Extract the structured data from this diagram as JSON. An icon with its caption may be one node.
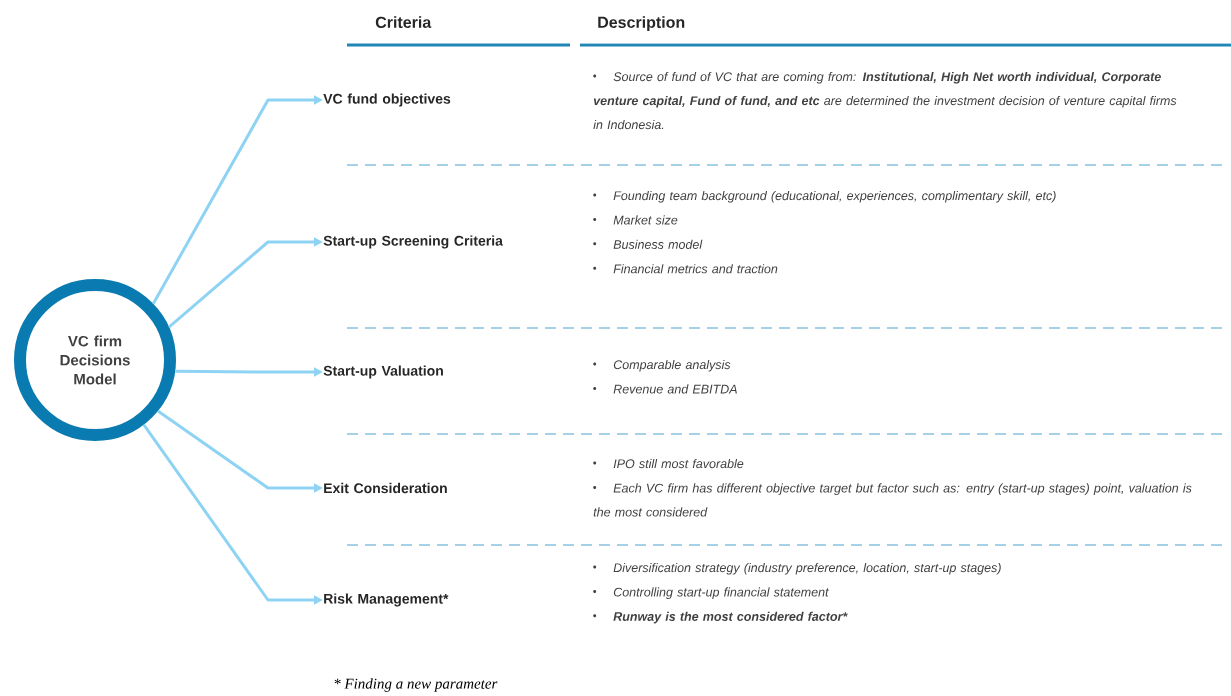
{
  "diagram": {
    "caption": "* Finding a new parameter",
    "nodes": [
      {
        "text": [
          "VC firm Decisions Model"
        ]
      },
      {
        "text": [
          "VC fund objectives"
        ]
      },
      {
        "text": [
          "Start-up Screening Criteria"
        ]
      },
      {
        "text": [
          "Start-up Valuation"
        ]
      },
      {
        "text": [
          "Exit Consideration"
        ]
      },
      {
        "text": [
          "Risk Management*"
        ]
      }
    ],
    "edges": [
      {
        "from": 0,
        "to": 1,
        "arrow": "to"
      },
      {
        "from": 0,
        "to": 2,
        "arrow": "to"
      },
      {
        "from": 0,
        "to": 3,
        "arrow": "to"
      },
      {
        "from": 0,
        "to": 4,
        "arrow": "to"
      },
      {
        "from": 0,
        "to": 5,
        "arrow": "to"
      }
    ],
    "labels": [
      "Criteria",
      "Description",
      "Source of fund of VC that are coming from: **Institutional, High Net worth individual, Corporate venture capital, Fund of fund, and etc** are determined the investment decision of venture capital firms in Indonesia.",
      "Founding team background (educational, experiences, complimentary skill, etc)",
      "Market size",
      "Business model",
      "Financial metrics and traction",
      "Comparable analysis",
      "Revenue and EBITDA",
      "IPO still most favorable",
      "Each VC firm has different objective target but factor such as: entry (start-up stages) point, valuation is the most considered",
      "Diversification strategy (industry preference, location, start-up stages)",
      "Controlling start-up financial statement",
      "Runway is the most considered factor*"
    ]
  }
}
